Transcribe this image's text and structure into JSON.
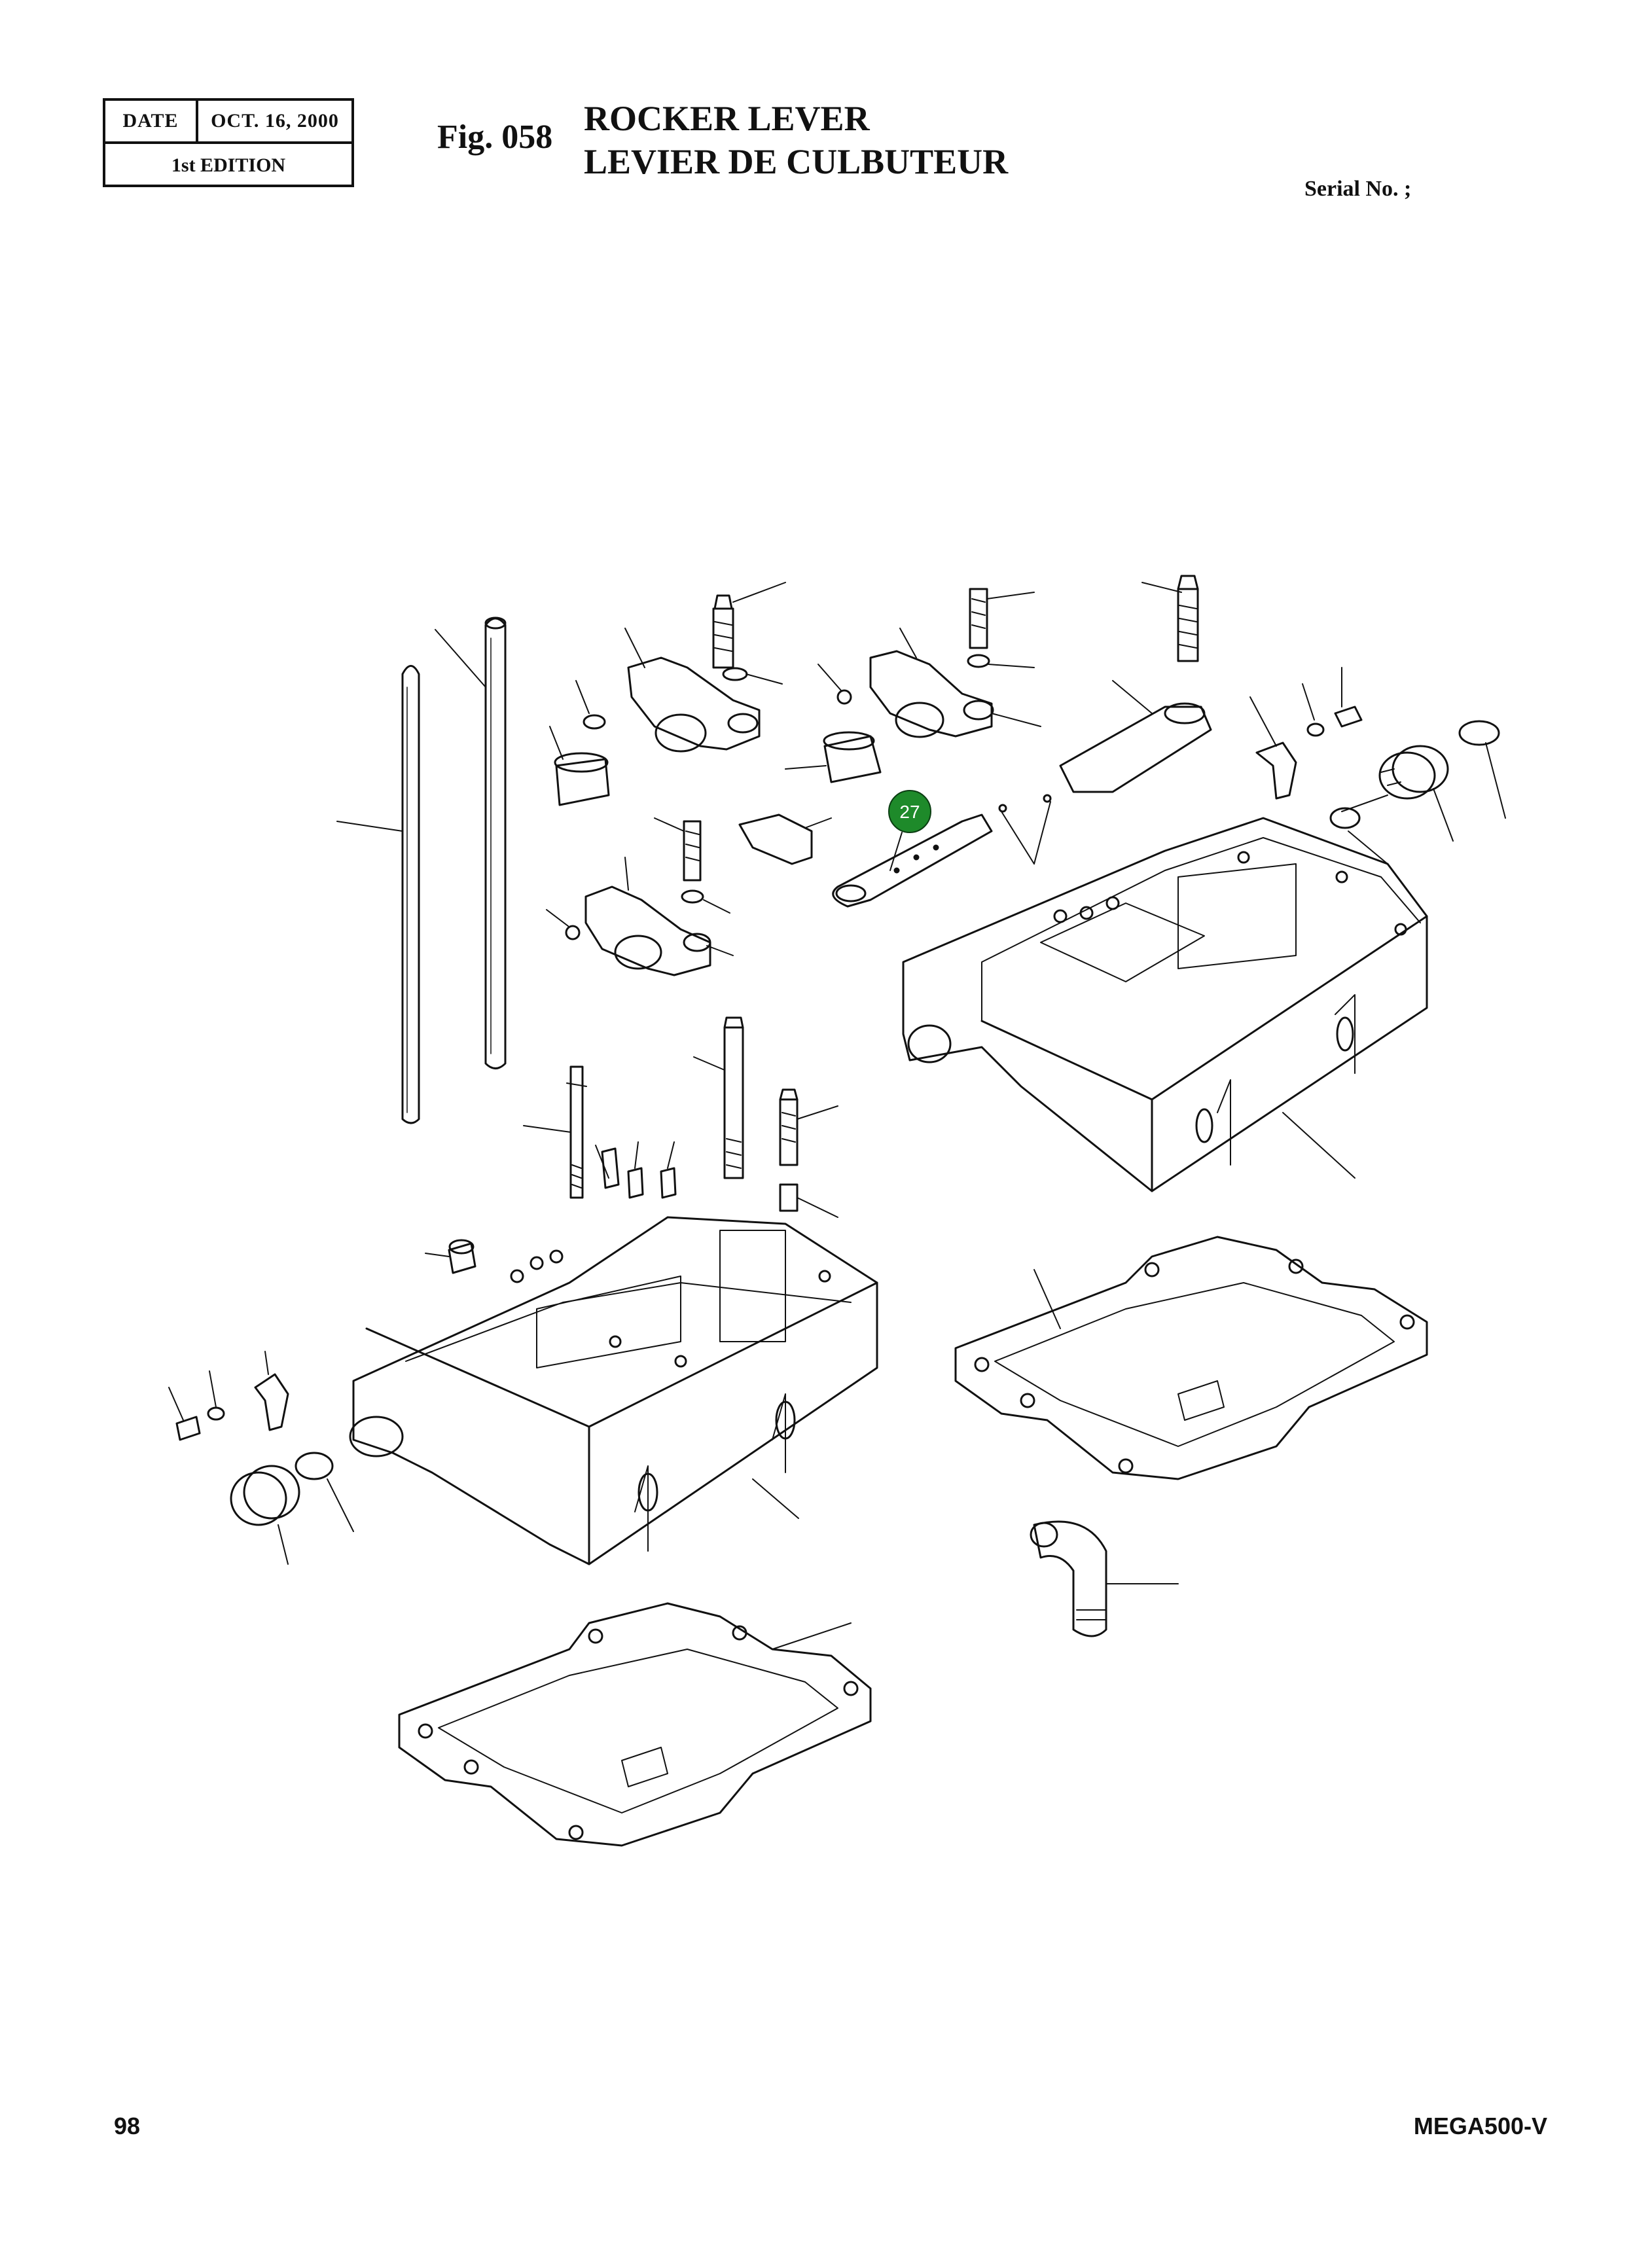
{
  "header": {
    "date_label": "DATE",
    "date_value": "OCT. 16, 2000",
    "edition": "1st EDITION",
    "figure_number": "Fig. 058",
    "title_en": "ROCKER LEVER",
    "title_fr": "LEVIER DE CULBUTEUR",
    "serial": "Serial No. ;"
  },
  "drawing": {
    "callout": {
      "label": "27",
      "color": "#1e8a2a"
    }
  },
  "footer": {
    "page_number": "98",
    "model": "MEGA500-V"
  }
}
